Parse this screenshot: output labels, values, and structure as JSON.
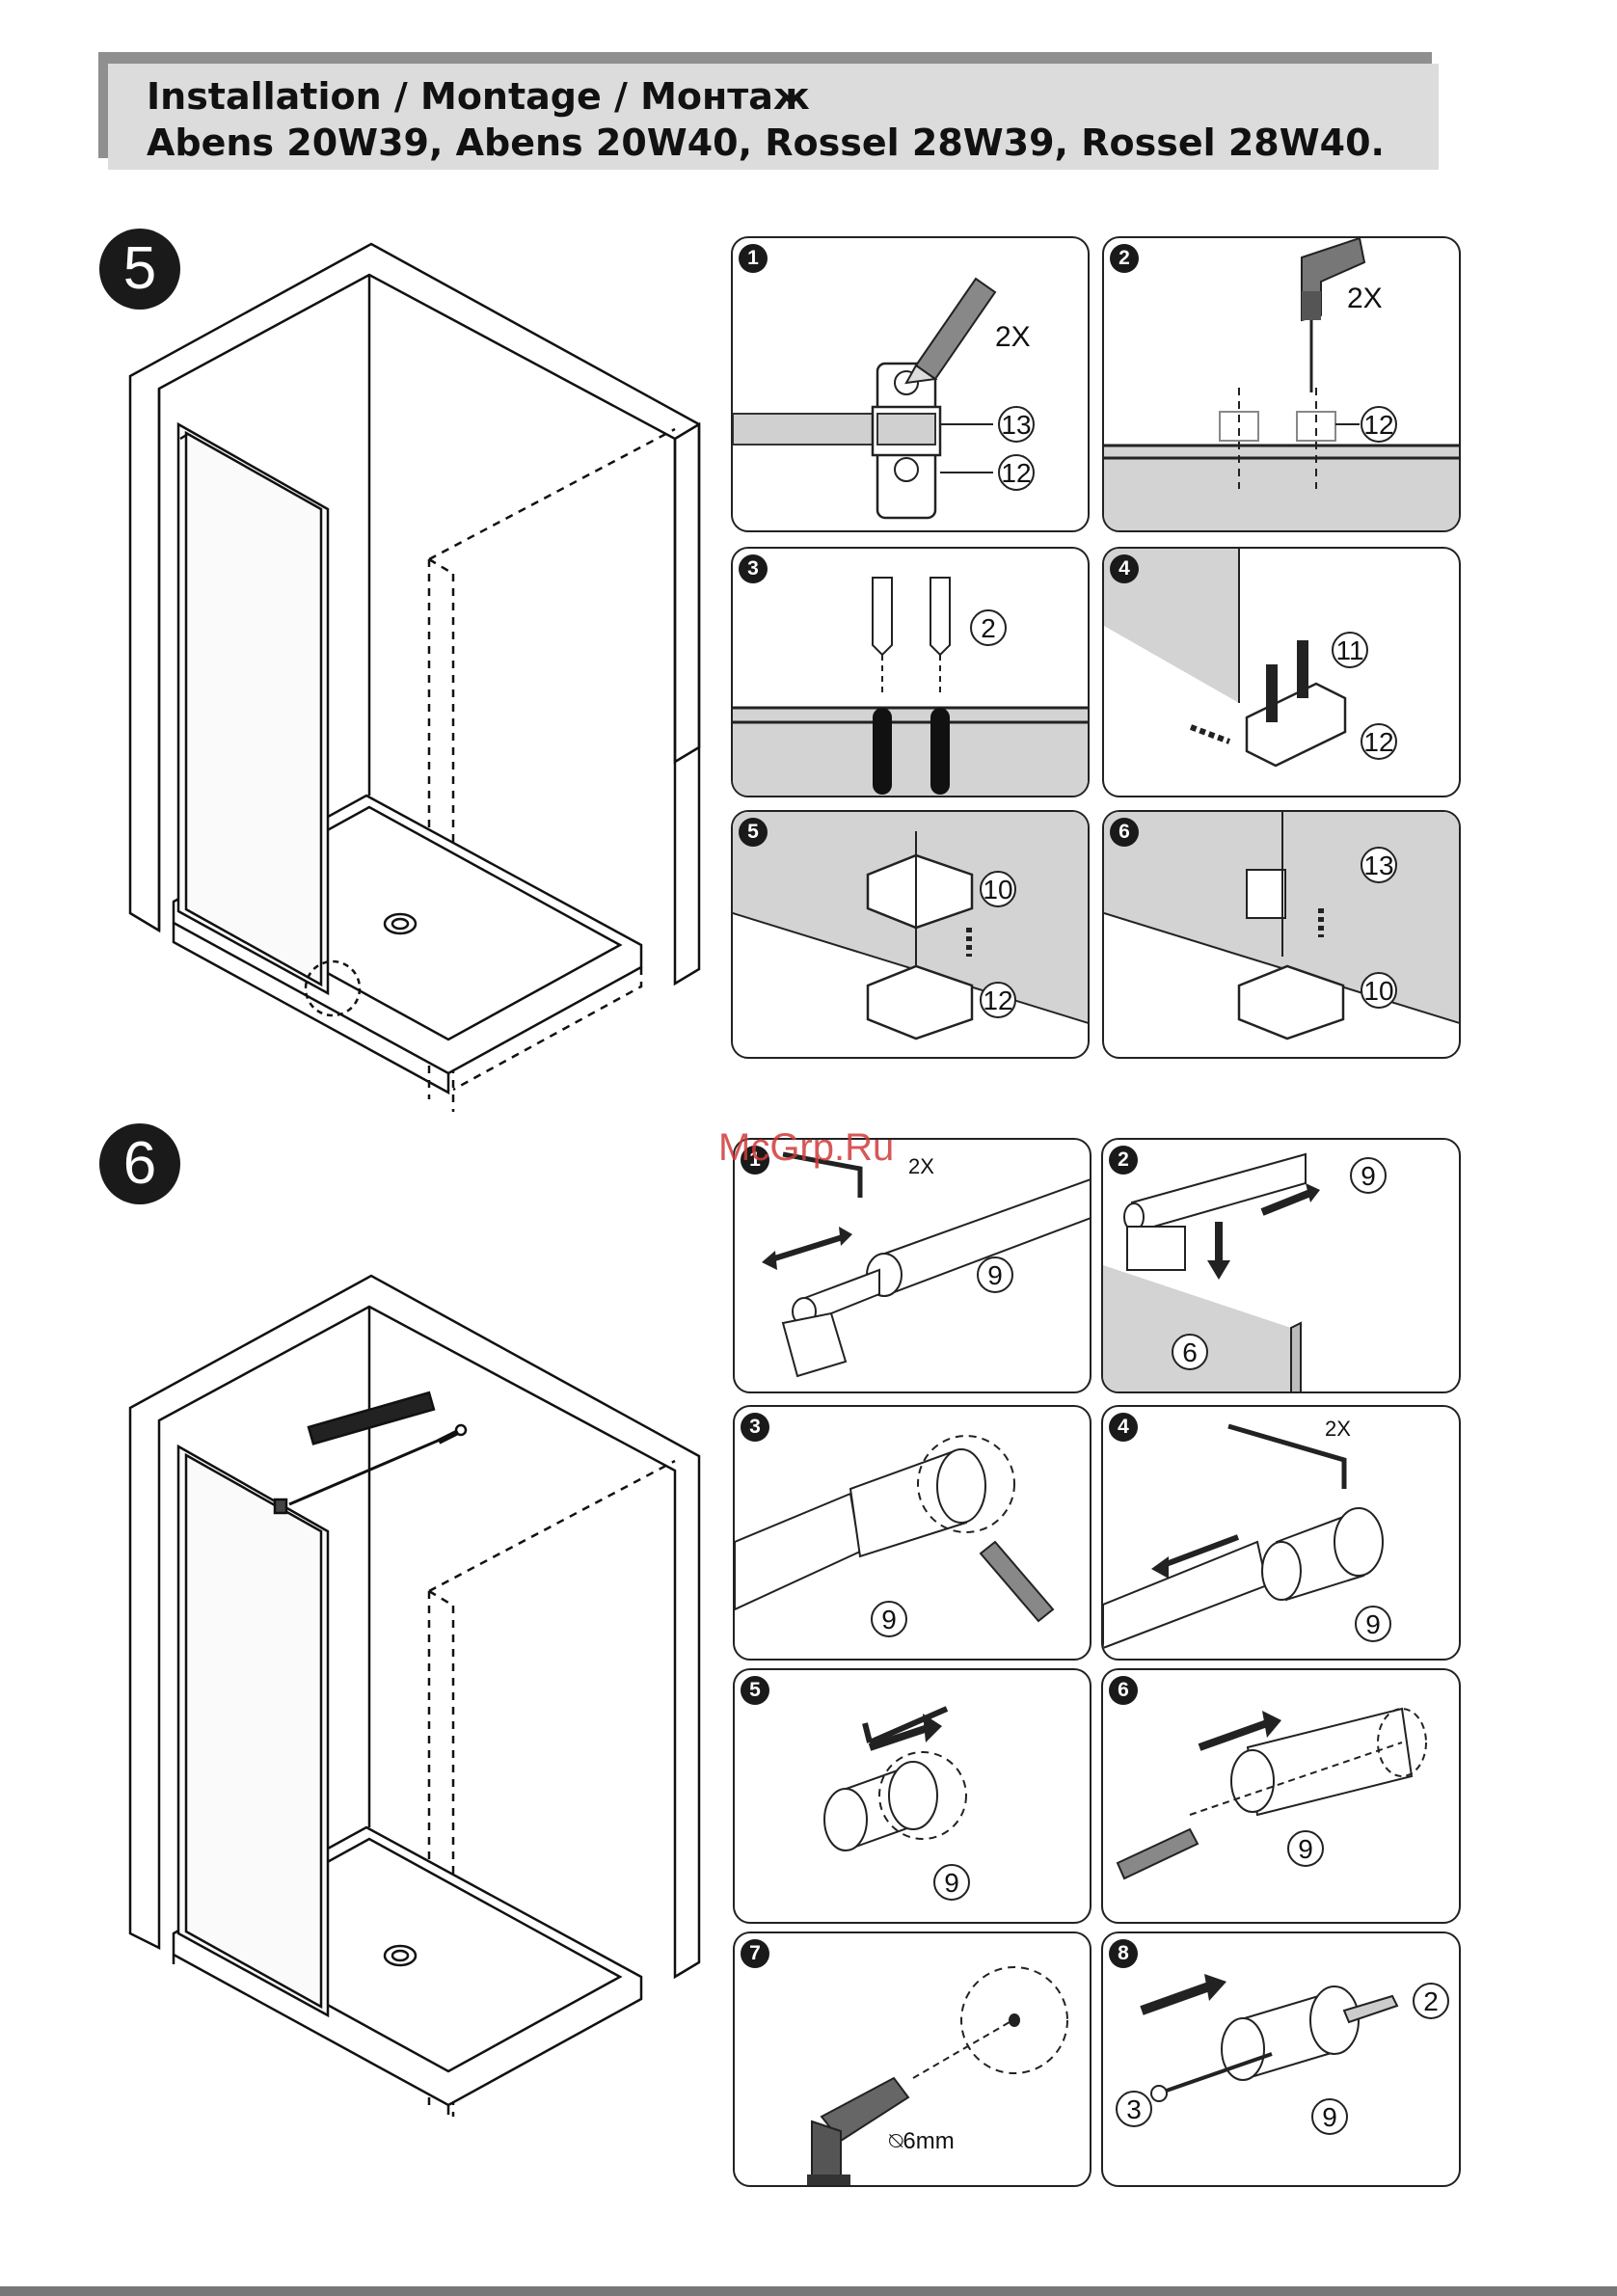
{
  "header": {
    "line1": "Installation / Montage / Монтаж",
    "line2": "Abens 20W39, Abens 20W40, Rossel 28W39, Rossel 28W40."
  },
  "watermark": "McGrp.Ru",
  "step5": {
    "number": "5",
    "panels": [
      {
        "num": "1",
        "qty": "2X",
        "callouts": [
          "13",
          "12"
        ]
      },
      {
        "num": "2",
        "qty": "2X",
        "callouts": [
          "12"
        ]
      },
      {
        "num": "3",
        "callouts": [
          "2"
        ]
      },
      {
        "num": "4",
        "callouts": [
          "11",
          "12"
        ]
      },
      {
        "num": "5",
        "callouts": [
          "10",
          "12"
        ]
      },
      {
        "num": "6",
        "callouts": [
          "13",
          "10"
        ]
      }
    ]
  },
  "step6": {
    "number": "6",
    "panels": [
      {
        "num": "1",
        "qty": "2X",
        "callouts": [
          "9"
        ]
      },
      {
        "num": "2",
        "callouts": [
          "9",
          "6"
        ]
      },
      {
        "num": "3",
        "callouts": [
          "9"
        ]
      },
      {
        "num": "4",
        "qty": "2X",
        "callouts": [
          "9"
        ]
      },
      {
        "num": "5",
        "callouts": [
          "9"
        ]
      },
      {
        "num": "6",
        "callouts": [
          "9"
        ]
      },
      {
        "num": "7",
        "drill_label": "⍉6mm"
      },
      {
        "num": "8",
        "callouts": [
          "2",
          "3",
          "9"
        ]
      }
    ]
  },
  "icons": {
    "pencil": "pencil-icon",
    "drill": "drill-icon",
    "hex_key": "hex-key-icon",
    "arrow": "arrow-icon"
  }
}
